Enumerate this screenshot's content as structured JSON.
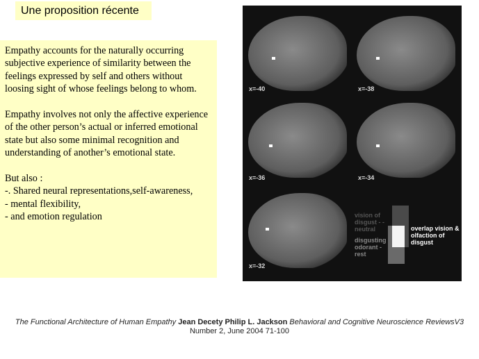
{
  "title": "Une proposition récente",
  "paragraphs": [
    "Empathy accounts for the naturally occurring subjective experience of similarity between the feelings expressed by self and others without loosing sight of whose feelings belong to whom.",
    "Empathy involves not only the affective experience of the other person’s actual or inferred emotional state but also some minimal recognition and understanding of another’s emotional state."
  ],
  "but_also": {
    "heading": "But also :",
    "items": [
      "-. Shared neural representations,self-awareness,",
      "- mental flexibility,",
      "- and emotion regulation"
    ]
  },
  "figure": {
    "slices": [
      "x=-40",
      "x=-38",
      "x=-36",
      "x=-34",
      "x=-32"
    ],
    "legend": {
      "vision": "vision of disgust - - neutral",
      "odorant": "disgusting odorant -rest",
      "overlap": "overlap vision & olfaction of disgust"
    }
  },
  "citation": {
    "title": "The Functional Architecture of Human Empathy",
    "authors": "Jean Decety Philip L. Jackson",
    "journal": "Behavioral and Cognitive Neuroscience ReviewsV3",
    "line2": "Number 2, June 2004 71-100"
  }
}
